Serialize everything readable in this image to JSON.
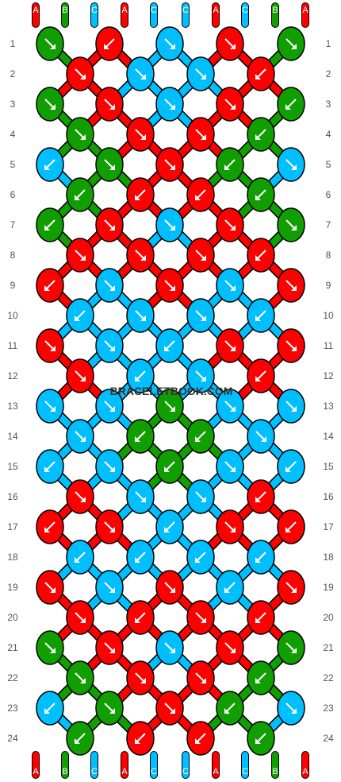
{
  "watermark": "BRACELETBOOK.COM",
  "string_letters": [
    "A",
    "B",
    "C",
    "A",
    "C",
    "C",
    "A",
    "C",
    "B",
    "A"
  ],
  "bottom_letters": [
    "A",
    "B",
    "C",
    "A",
    "C",
    "C",
    "A",
    "C",
    "B",
    "A"
  ],
  "colors": {
    "A": "#ff0000",
    "B": "#109e00",
    "C": "#00bfff"
  },
  "grid": {
    "strings": 10,
    "rows": 24
  },
  "row_labels": [
    "1",
    "2",
    "3",
    "4",
    "5",
    "6",
    "7",
    "8",
    "9",
    "10",
    "11",
    "12",
    "13",
    "14",
    "15",
    "16",
    "17",
    "18",
    "19",
    "20",
    "21",
    "22",
    "23",
    "24"
  ],
  "knots": [
    [
      "B:r",
      "A:l",
      "C:r",
      "A:r",
      "B:r"
    ],
    [
      "A:r",
      "C:r",
      "C:r",
      "A:l"
    ],
    [
      "B:r",
      "A:r",
      "C:r",
      "A:r",
      "B:l"
    ],
    [
      "B:r",
      "A:r",
      "A:r",
      "B:l"
    ],
    [
      "C:l",
      "B:r",
      "A:r",
      "B:l",
      "C:r"
    ],
    [
      "B:l",
      "A:l",
      "A:l",
      "B:l"
    ],
    [
      "B:l",
      "A:r",
      "C:r",
      "A:r",
      "B:r"
    ],
    [
      "A:r",
      "A:r",
      "A:r",
      "A:l"
    ],
    [
      "A:l",
      "C:r",
      "A:r",
      "C:r",
      "A:r"
    ],
    [
      "C:l",
      "C:r",
      "C:r",
      "C:l"
    ],
    [
      "A:r",
      "C:r",
      "C:l",
      "A:r",
      "A:r"
    ],
    [
      "A:r",
      "C:l",
      "C:r",
      "A:l"
    ],
    [
      "C:r",
      "C:r",
      "B:r",
      "C:r",
      "C:r"
    ],
    [
      "C:r",
      "B:l",
      "B:l",
      "C:r"
    ],
    [
      "C:l",
      "C:r",
      "B:l",
      "C:r",
      "C:l"
    ],
    [
      "A:r",
      "C:r",
      "C:r",
      "A:l"
    ],
    [
      "A:l",
      "A:r",
      "C:l",
      "A:r",
      "A:l"
    ],
    [
      "C:l",
      "C:l",
      "C:l",
      "C:l"
    ],
    [
      "A:r",
      "C:r",
      "A:r",
      "C:l",
      "A:r"
    ],
    [
      "A:r",
      "A:l",
      "A:r",
      "A:l"
    ],
    [
      "B:r",
      "A:r",
      "C:r",
      "A:r",
      "B:r"
    ],
    [
      "B:r",
      "A:r",
      "A:r",
      "B:l"
    ],
    [
      "C:l",
      "B:r",
      "A:r",
      "B:l",
      "C:r"
    ],
    [
      "B:l",
      "A:l",
      "A:l",
      "B:l"
    ]
  ]
}
